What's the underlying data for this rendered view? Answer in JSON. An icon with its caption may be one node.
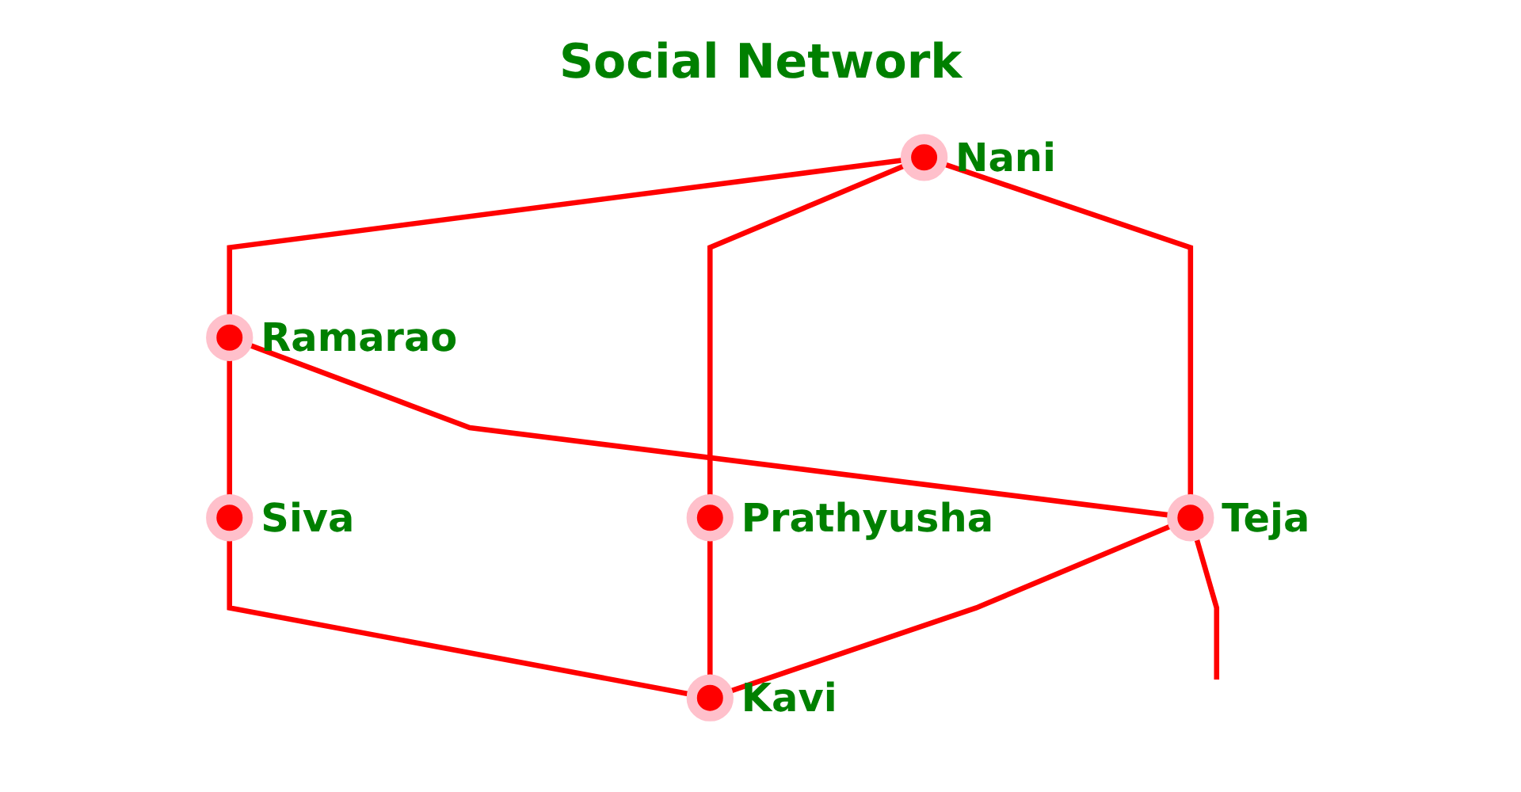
{
  "diagram": {
    "title": "Social Network",
    "nodes": [
      {
        "text": [],
        "shape": "circle",
        "beside": [
          "Nani"
        ]
      },
      {
        "text": [],
        "shape": "circle",
        "beside": [
          "Prathyusha"
        ]
      },
      {
        "text": [],
        "shape": "circle",
        "beside": [
          "Ramarao"
        ]
      },
      {
        "text": [],
        "shape": "circle",
        "beside": [
          "Siva"
        ]
      },
      {
        "text": [],
        "shape": "circle",
        "beside": [
          "Teja"
        ]
      },
      {
        "text": [],
        "shape": "circle",
        "beside": [
          "Kavi"
        ]
      }
    ],
    "edges": [
      {
        "from": 0,
        "to": 2,
        "arrow": "none"
      },
      {
        "from": 0,
        "to": 1,
        "arrow": "none"
      },
      {
        "from": 0,
        "to": 4,
        "arrow": "none"
      },
      {
        "from": 2,
        "to": 3,
        "arrow": "none"
      },
      {
        "from": 2,
        "to": 4,
        "arrow": "none"
      },
      {
        "from": 3,
        "to": 5,
        "arrow": "none"
      },
      {
        "from": 1,
        "to": 5,
        "arrow": "none"
      },
      {
        "from": 4,
        "to": 5,
        "arrow": "none"
      },
      {
        "from": 4,
        "to": null,
        "arrow": "none"
      }
    ]
  }
}
